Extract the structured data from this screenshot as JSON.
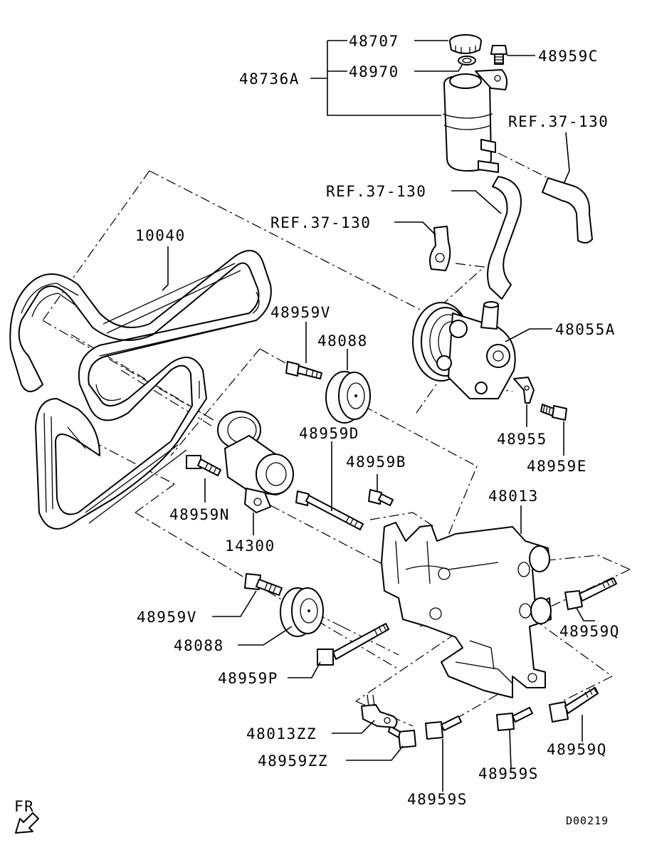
{
  "diagram_code": "D00219",
  "front_marker": "FR",
  "labels": {
    "p48707": "48707",
    "p48970": "48970",
    "p48736A": "48736A",
    "p48959C": "48959C",
    "ref1": "REF.37-130",
    "ref2": "REF.37-130",
    "ref3": "REF.37-130",
    "p10040": "10040",
    "p48959V_top": "48959V",
    "p48088_top": "48088",
    "p48055A": "48055A",
    "p48955": "48955",
    "p48959E": "48959E",
    "p48959D": "48959D",
    "p48959B": "48959B",
    "p48013": "48013",
    "p48959N": "48959N",
    "p14300": "14300",
    "p48959V_bot": "48959V",
    "p48088_bot": "48088",
    "p48959P": "48959P",
    "p48959Q_top": "48959Q",
    "p48013ZZ": "48013ZZ",
    "p48959ZZ": "48959ZZ",
    "p48959S_right": "48959S",
    "p48959Q_bot": "48959Q",
    "p48959S_bot": "48959S"
  }
}
